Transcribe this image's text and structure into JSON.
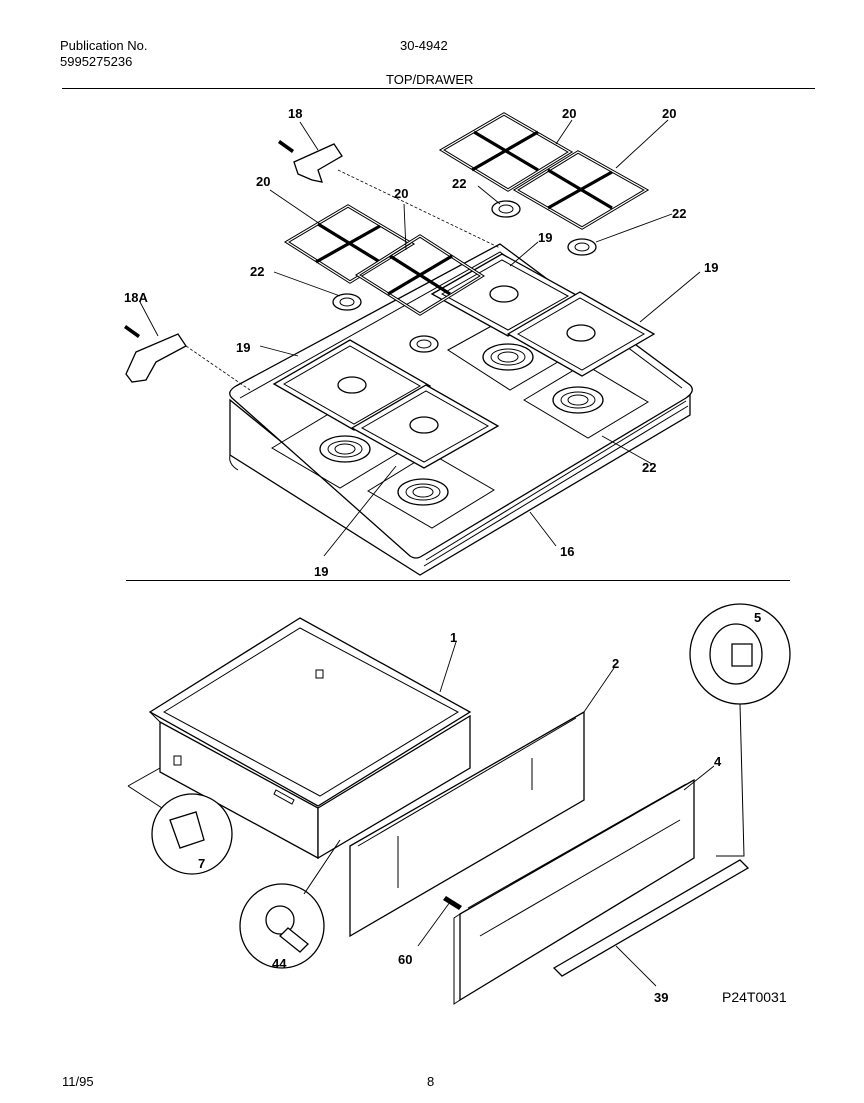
{
  "header": {
    "publication_label": "Publication No.",
    "publication_number": "5995275236",
    "model": "30-4942",
    "section_title": "TOP/DRAWER"
  },
  "footer": {
    "date": "11/95",
    "page": "8",
    "drawing_id": "P24T0031"
  },
  "callouts": [
    "18",
    "18A",
    "20",
    "20",
    "20",
    "20",
    "22",
    "22",
    "22",
    "22",
    "19",
    "19",
    "19",
    "19",
    "16",
    "1",
    "2",
    "4",
    "5",
    "7",
    "44",
    "60",
    "39"
  ]
}
